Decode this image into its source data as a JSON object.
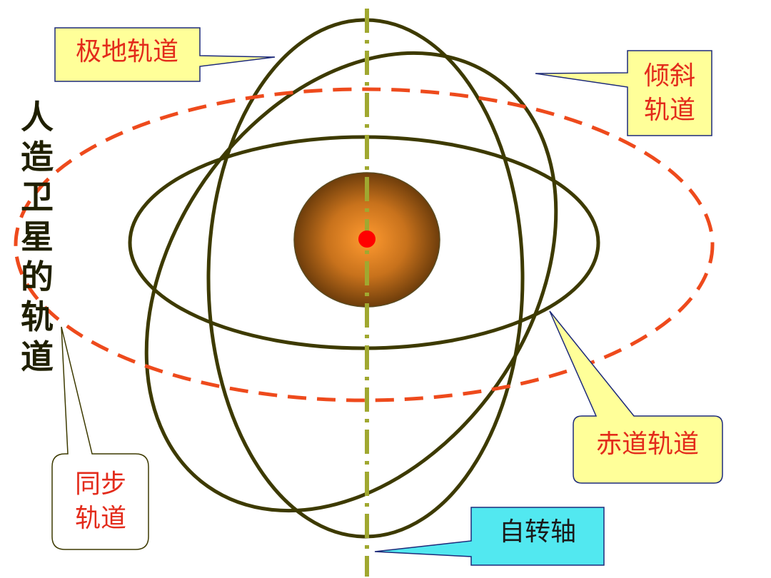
{
  "title": "人造卫星的轨道",
  "title_chars": [
    "人",
    "造",
    "卫",
    "星",
    "的",
    "轨",
    "道"
  ],
  "labels": {
    "polar": "极地轨道",
    "inclined_line1": "倾斜",
    "inclined_line2": "轨道",
    "equatorial": "赤道轨道",
    "sync_line1": "同步",
    "sync_line2": "轨道",
    "axis": "自转轴"
  },
  "colors": {
    "orbit": "#3d3a00",
    "sync_orbit": "#ee4a1c",
    "axis": "#a0a830",
    "label_text": "#e32b1b",
    "callout_yellow": "#ffff99",
    "callout_cyan": "#52e8f0",
    "callout_border": "#1d2a7a",
    "center_dot": "#ff0000"
  }
}
